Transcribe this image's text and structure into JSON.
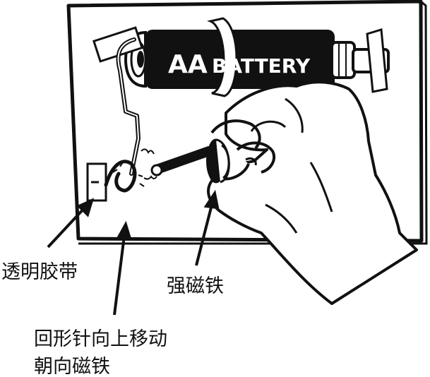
{
  "battery": {
    "size_text": "AA",
    "brand_text": "BATTERY"
  },
  "labels": {
    "tape": "透明胶带",
    "magnet": "强磁铁",
    "clip_line1": "回形针向上移动",
    "clip_line2": "朝向磁铁"
  },
  "colors": {
    "ink": "#111111",
    "paper": "#ffffff"
  }
}
